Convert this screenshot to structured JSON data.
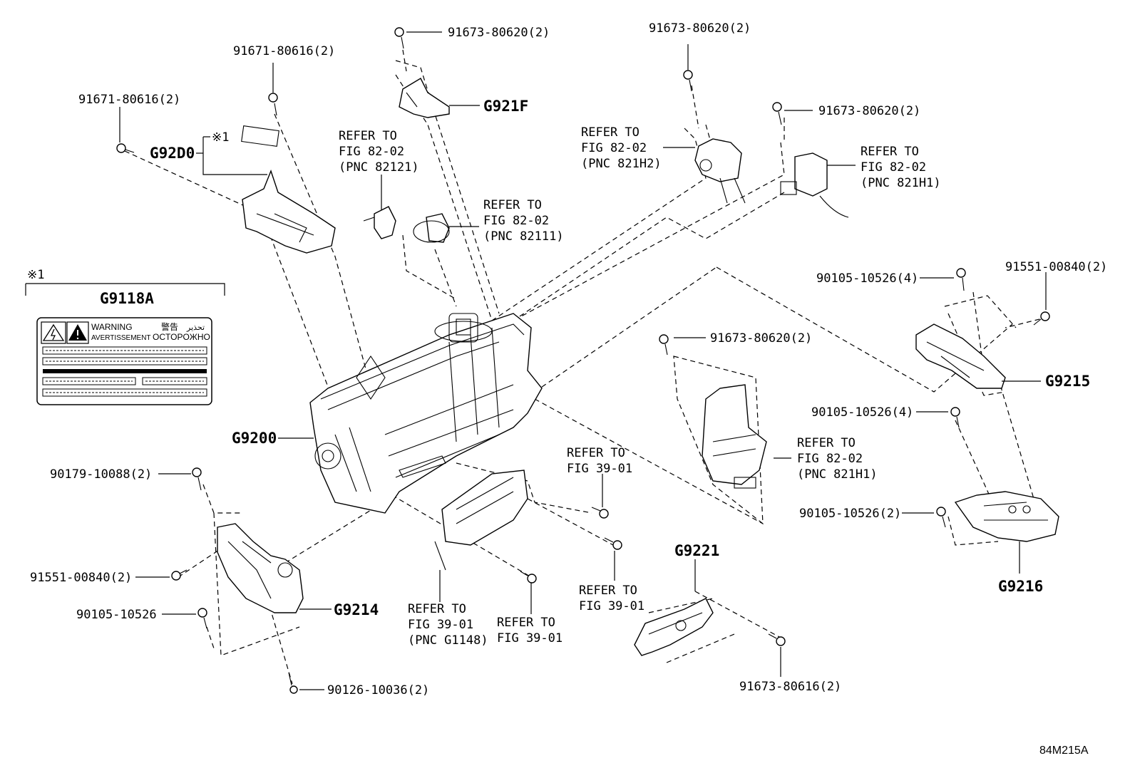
{
  "diagram_code": "84M215A",
  "note_mark": "※1",
  "label_plate": {
    "part": "G9118A",
    "warning_en": "WARNING",
    "warning_fr": "AVERTISSEMENT",
    "warning_jp": "警告",
    "warning_ru": "OCTOPOЖHO",
    "warning_ar": "تحذير"
  },
  "labels": {
    "g921f": "G921F",
    "g92d0": "G92D0",
    "g9200": "G9200",
    "g9214": "G9214",
    "g9215": "G9215",
    "g9216": "G9216",
    "g9221": "G9221",
    "p_91673_80620_a": "91673-80620(2)",
    "p_91673_80620_b": "91673-80620(2)",
    "p_91673_80620_c": "91673-80620(2)",
    "p_91673_80620_d": "91673-80620(2)",
    "p_91671_80616_a": "91671-80616(2)",
    "p_91671_80616_b": "91671-80616(2)",
    "p_90105_10526_4a": "90105-10526(4)",
    "p_90105_10526_4b": "90105-10526(4)",
    "p_90105_10526_2": "90105-10526(2)",
    "p_90105_10526": "90105-10526",
    "p_91551_00840_a": "91551-00840(2)",
    "p_91551_00840_b": "91551-00840(2)",
    "p_90179_10088": "90179-10088(2)",
    "p_90126_10036": "90126-10036(2)",
    "p_91673_80616": "91673-80616(2)"
  },
  "refer": {
    "r1": [
      "REFER TO",
      "FIG 82-02",
      "(PNC 82121)"
    ],
    "r2": [
      "REFER TO",
      "FIG 82-02",
      "(PNC 82111)"
    ],
    "r3": [
      "REFER TO",
      "FIG 82-02",
      "(PNC 821H2)"
    ],
    "r4": [
      "REFER TO",
      "FIG 82-02",
      "(PNC 821H1)"
    ],
    "r5": [
      "REFER TO",
      "FIG 82-02",
      "(PNC 821H1)"
    ],
    "r6": [
      "REFER TO",
      "FIG 39-01"
    ],
    "r7": [
      "REFER TO",
      "FIG 39-01"
    ],
    "r8": [
      "REFER TO",
      "FIG 39-01",
      "(PNC G1148)"
    ],
    "r9": [
      "REFER TO",
      "FIG 39-01"
    ]
  }
}
